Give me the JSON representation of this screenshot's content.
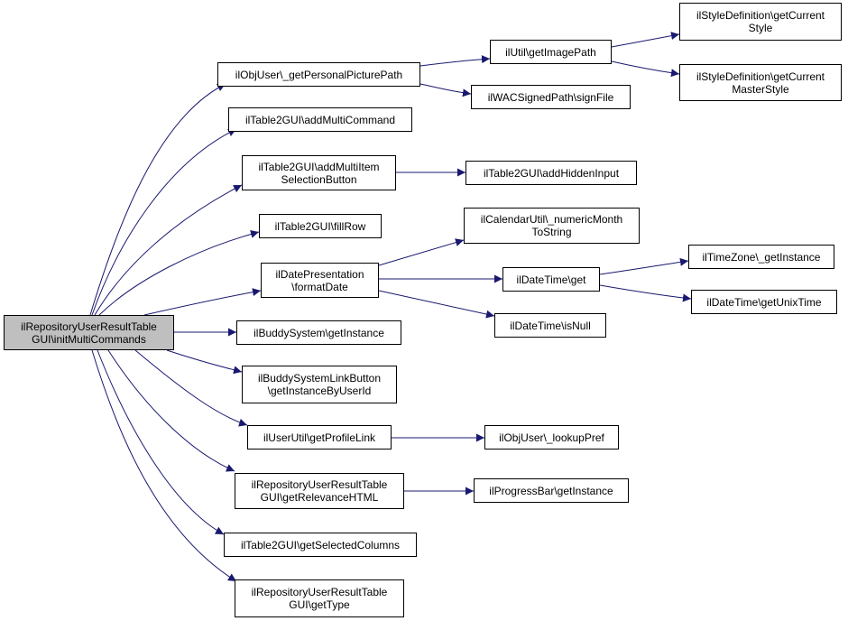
{
  "colors": {
    "edge": "#191970",
    "root_fill": "#bfbfbf",
    "node_fill": "#ffffff"
  },
  "nodes": {
    "root": "ilRepositoryUserResultTable\nGUI\\initMultiCommands",
    "getPersonalPicturePath": "ilObjUser\\_getPersonalPicturePath",
    "addMultiCommand": "ilTable2GUI\\addMultiCommand",
    "addMultiItemSelectionButton": "ilTable2GUI\\addMultiItem\nSelectionButton",
    "fillRow": "ilTable2GUI\\fillRow",
    "formatDate": "ilDatePresentation\n\\formatDate",
    "buddyGetInstance": "ilBuddySystem\\getInstance",
    "getInstanceByUserId": "ilBuddySystemLinkButton\n\\getInstanceByUserId",
    "getProfileLink": "ilUserUtil\\getProfileLink",
    "getRelevanceHTML": "ilRepositoryUserResultTable\nGUI\\getRelevanceHTML",
    "getSelectedColumns": "ilTable2GUI\\getSelectedColumns",
    "getType": "ilRepositoryUserResultTable\nGUI\\getType",
    "getImagePath": "ilUtil\\getImagePath",
    "signFile": "ilWACSignedPath\\signFile",
    "getCurrentStyle": "ilStyleDefinition\\getCurrent\nStyle",
    "getCurrentMasterStyle": "ilStyleDefinition\\getCurrent\nMasterStyle",
    "addHiddenInput": "ilTable2GUI\\addHiddenInput",
    "numericMonthToString": "ilCalendarUtil\\_numericMonth\nToString",
    "dateTimeGet": "ilDateTime\\get",
    "dateTimeIsNull": "ilDateTime\\isNull",
    "timeZoneGetInstance": "ilTimeZone\\_getInstance",
    "getUnixTime": "ilDateTime\\getUnixTime",
    "lookupPref": "ilObjUser\\_lookupPref",
    "progressBarGetInstance": "ilProgressBar\\getInstance"
  }
}
